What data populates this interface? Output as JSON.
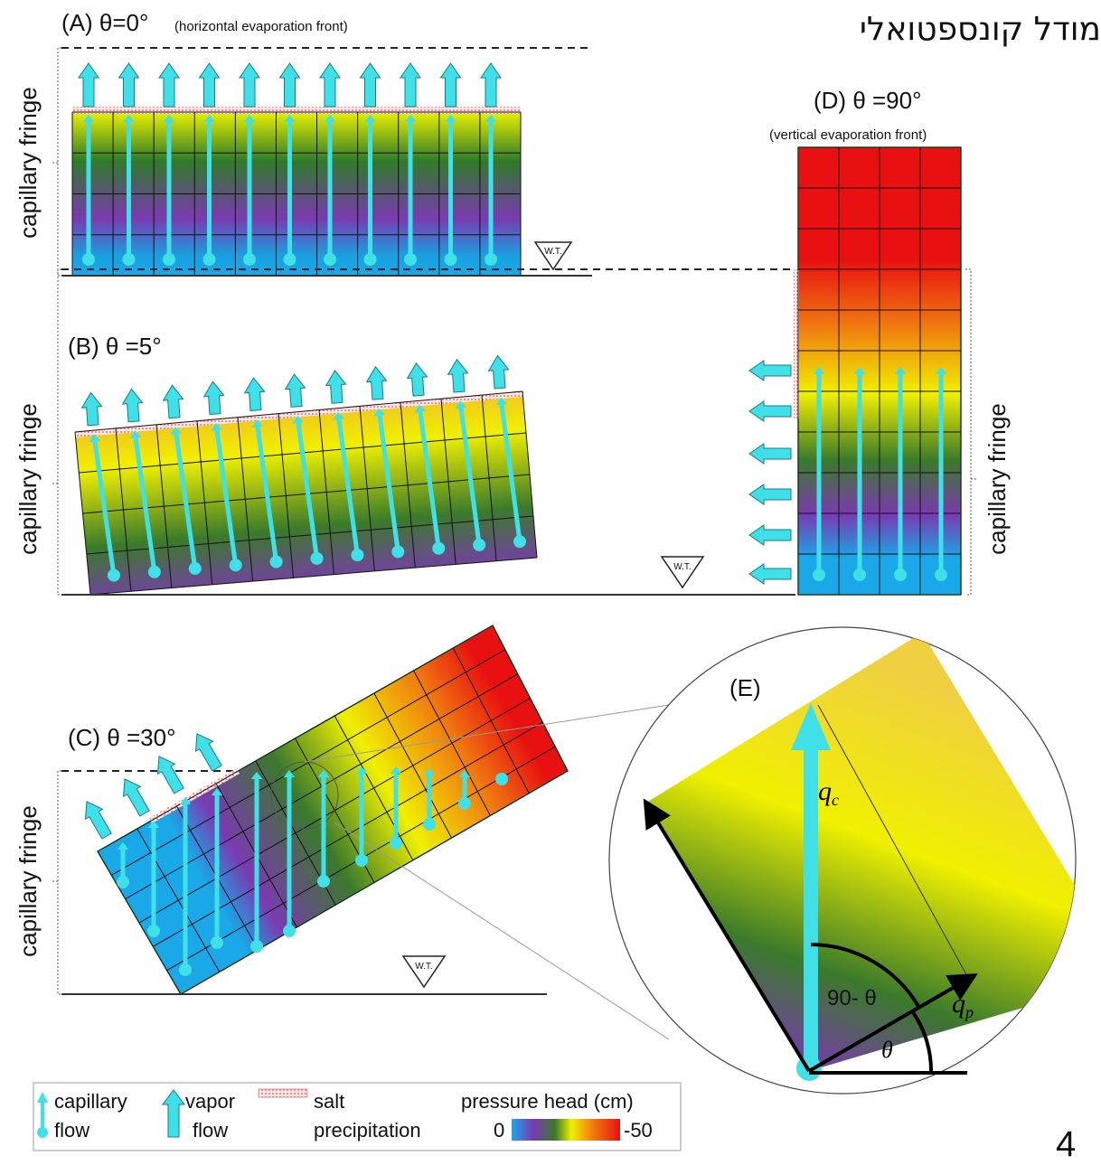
{
  "page_title": "מודל קונספטואלי",
  "page_number": "4",
  "panels": {
    "a": {
      "title": "(A) θ=0°",
      "subtitle": "(horizontal evaporation front)"
    },
    "b": {
      "title": "(B) θ =5°"
    },
    "c": {
      "title": "(C) θ =30°"
    },
    "d": {
      "title": "(D) θ =90°",
      "subtitle": "(vertical evaporation front)"
    },
    "e": {
      "title": "(E)",
      "qc": "q",
      "qc_sub": "c",
      "qp": "q",
      "qp_sub": "p",
      "angle_comp": "90- θ",
      "angle": "θ"
    }
  },
  "labels": {
    "capillary_fringe": "capillary fringe",
    "water_table": "W.T."
  },
  "legend": {
    "capillary_label_1": "capillary",
    "capillary_label_2": "flow",
    "vapor_label_1": "vapor",
    "vapor_label_2": "flow",
    "salt_label_1": "salt",
    "salt_label_2": "precipitation",
    "pressure_title": "pressure head (cm)",
    "pressure_min": "0",
    "pressure_max": "-50"
  },
  "colors": {
    "capillary_flow": "#3fe0e8",
    "salt": "#f0a0a0",
    "colormap": [
      "#1aa8e8",
      "#7a3ab0",
      "#2f6a2a",
      "#f0f000",
      "#f07a10",
      "#e81010"
    ]
  }
}
